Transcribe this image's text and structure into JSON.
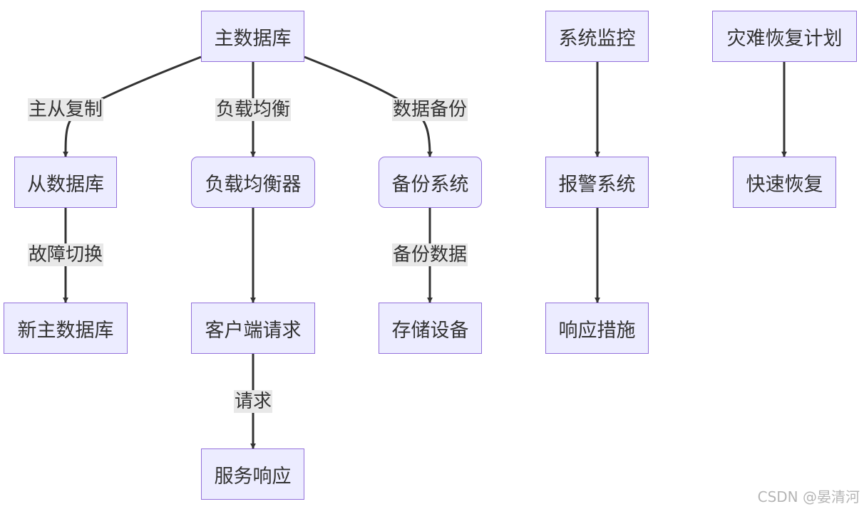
{
  "diagram": {
    "nodes": {
      "master_db": "主数据库",
      "slave_db": "从数据库",
      "load_balancer": "负载均衡器",
      "backup_system": "备份系统",
      "new_master_db": "新主数据库",
      "client_request": "客户端请求",
      "storage_device": "存储设备",
      "service_response": "服务响应",
      "system_monitor": "系统监控",
      "alarm_system": "报警系统",
      "response_measures": "响应措施",
      "disaster_recovery_plan": "灾难恢复计划",
      "fast_recovery": "快速恢复"
    },
    "edges": {
      "master_slave_replication": "主从复制",
      "load_balancing": "负载均衡",
      "data_backup": "数据备份",
      "failover": "故障切换",
      "backup_data": "备份数据",
      "request": "请求"
    },
    "colors": {
      "node_fill": "#ececff",
      "node_border": "#9370db",
      "edge": "#333333",
      "edge_label_bg": "#e8e8e8"
    }
  },
  "watermark": "CSDN @晏清河"
}
